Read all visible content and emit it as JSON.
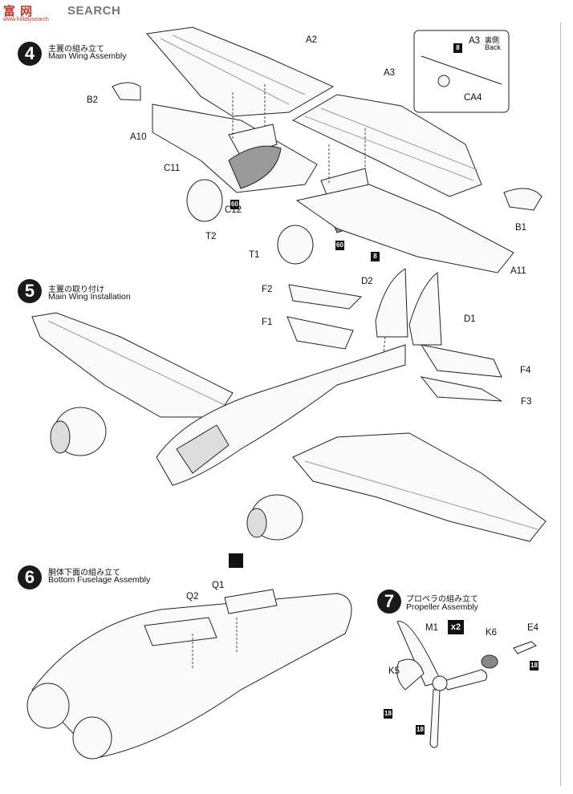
{
  "watermark": {
    "logo": "富 网",
    "url": "www.hobbysearch",
    "text": "SEARCH"
  },
  "steps": [
    {
      "num": "4",
      "jp": "主翼の組み立て",
      "en": "Main Wing Assembly"
    },
    {
      "num": "5",
      "jp": "主翼の取り付け",
      "en": "Main Wing Installation"
    },
    {
      "num": "6",
      "jp": "胴体下面の組み立て",
      "en": "Bottom Fuselage Assembly"
    },
    {
      "num": "7",
      "jp": "プロペラの組み立て",
      "en": "Propeller Assembly"
    }
  ],
  "parts": {
    "A2": "A2",
    "A3": "A3",
    "A3_jp": "裏側",
    "A3_en": "Back",
    "CA4": "CA4",
    "B2": "B2",
    "A10": "A10",
    "C11": "C11",
    "C12": "C12",
    "T2": "T2",
    "T1": "T1",
    "B1": "B1",
    "A11": "A11",
    "F2": "F2",
    "F1": "F1",
    "D2": "D2",
    "D1": "D1",
    "F4": "F4",
    "F3": "F3",
    "Q1": "Q1",
    "Q2": "Q2",
    "M1": "M1",
    "K6": "K6",
    "E4": "E4",
    "K5": "K5"
  },
  "badges": {
    "b8a": "8",
    "b8b": "8",
    "b60a": "60",
    "b60b": "60",
    "b18a": "18",
    "b18b": "18",
    "b18c": "18",
    "x2": "x2"
  }
}
